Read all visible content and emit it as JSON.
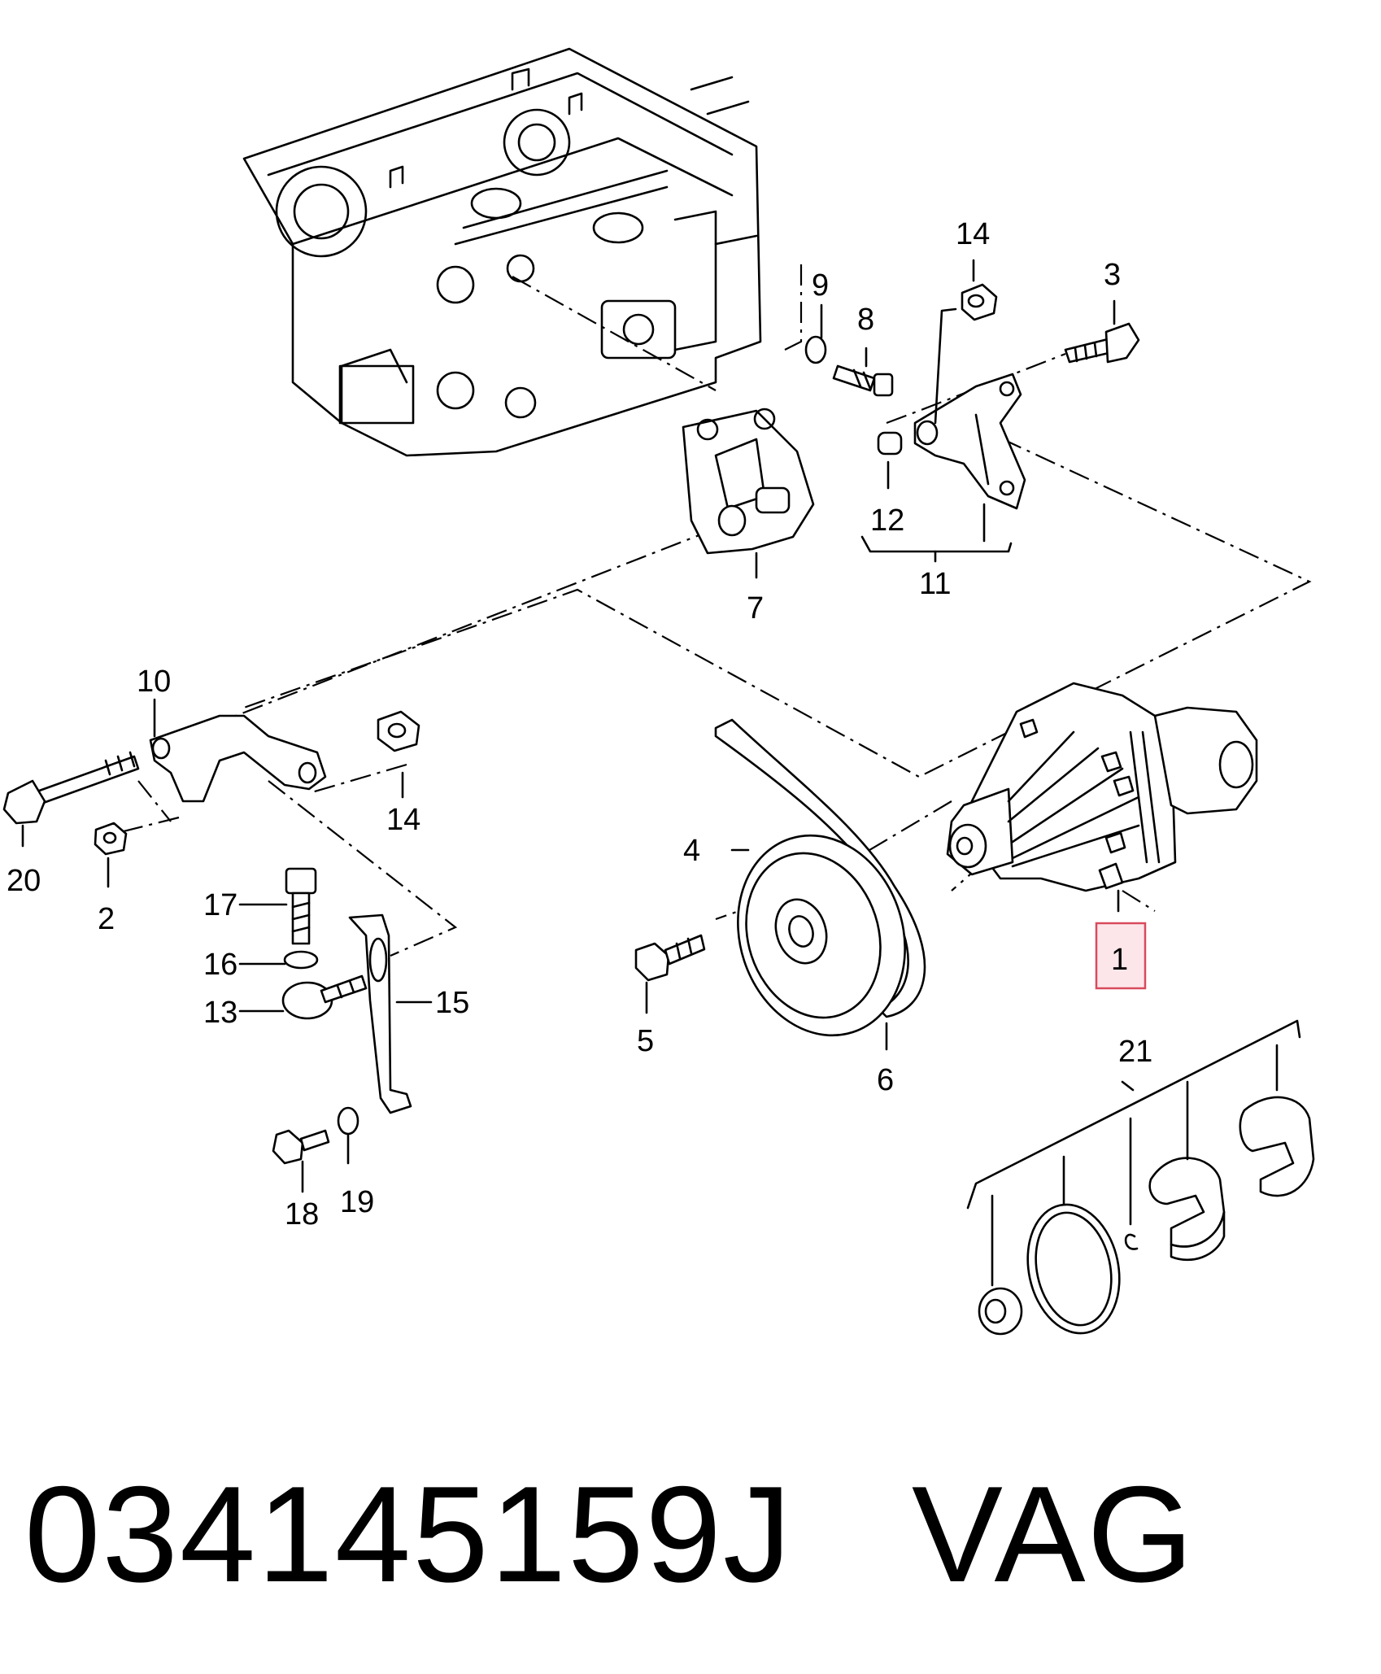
{
  "labels": {
    "p1": "1",
    "p2": "2",
    "p3": "3",
    "p4": "4",
    "p5": "5",
    "p6": "6",
    "p7": "7",
    "p8": "8",
    "p9": "9",
    "p10": "10",
    "p11": "11",
    "p12": "12",
    "p13": "13",
    "p14a": "14",
    "p14b": "14",
    "p15": "15",
    "p16": "16",
    "p17": "17",
    "p18": "18",
    "p19": "19",
    "p20": "20",
    "p21": "21"
  },
  "footer": {
    "part_number": "034145159J",
    "brand": "VAG"
  },
  "colors": {
    "highlight_fill": "#fde6ea",
    "highlight_stroke": "#d84a5d"
  }
}
